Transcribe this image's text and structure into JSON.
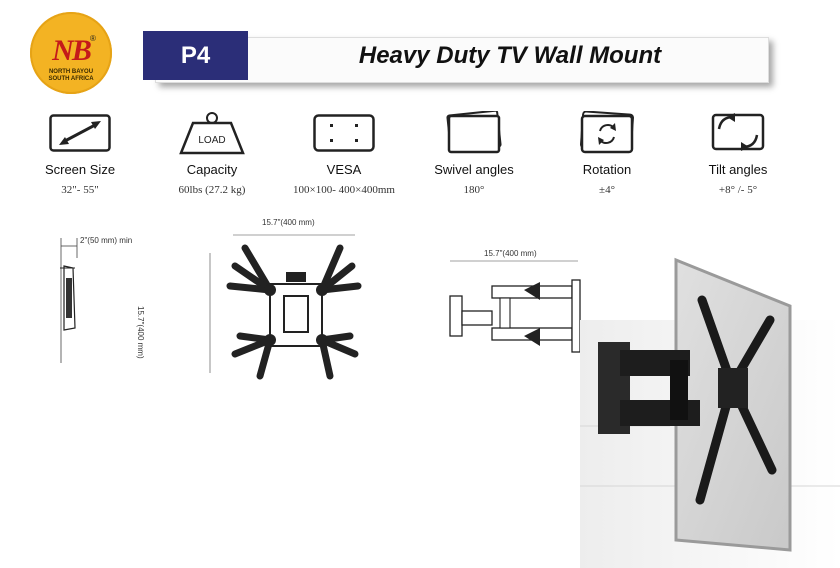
{
  "brand": {
    "logo_text": "NB",
    "reg_mark": "®",
    "logo_sub1": "NORTH BAYOU",
    "logo_sub2": "SOUTH AFRICA"
  },
  "header": {
    "model": "P4",
    "title": "Heavy Duty TV Wall  Mount"
  },
  "specs": [
    {
      "label": "Screen Size",
      "value": "32\"- 55\"",
      "icon": "screen-size-icon"
    },
    {
      "label": "Capacity",
      "value": "60lbs (27.2 kg)",
      "icon": "load-weight-icon",
      "icon_text": "LOAD"
    },
    {
      "label": "VESA",
      "value": "100×100- 400×400mm",
      "icon": "vesa-plate-icon"
    },
    {
      "label": "Swivel angles",
      "value": "180°",
      "icon": "swivel-icon"
    },
    {
      "label": "Rotation",
      "value": "±4°",
      "icon": "rotation-icon"
    },
    {
      "label": "Tilt angles",
      "value": "+8°   /- 5°",
      "icon": "tilt-icon"
    }
  ],
  "drawings": {
    "side_depth": "2\"(50 mm) min",
    "front_width": "15.7\"(400 mm)",
    "front_height": "15.7\"(400 mm)",
    "extended_width": "15.7\"(400 mm)"
  },
  "colors": {
    "model_tag": "#2b2e78",
    "logo_bg": "#f3b323",
    "logo_mark": "#c41a1a"
  }
}
